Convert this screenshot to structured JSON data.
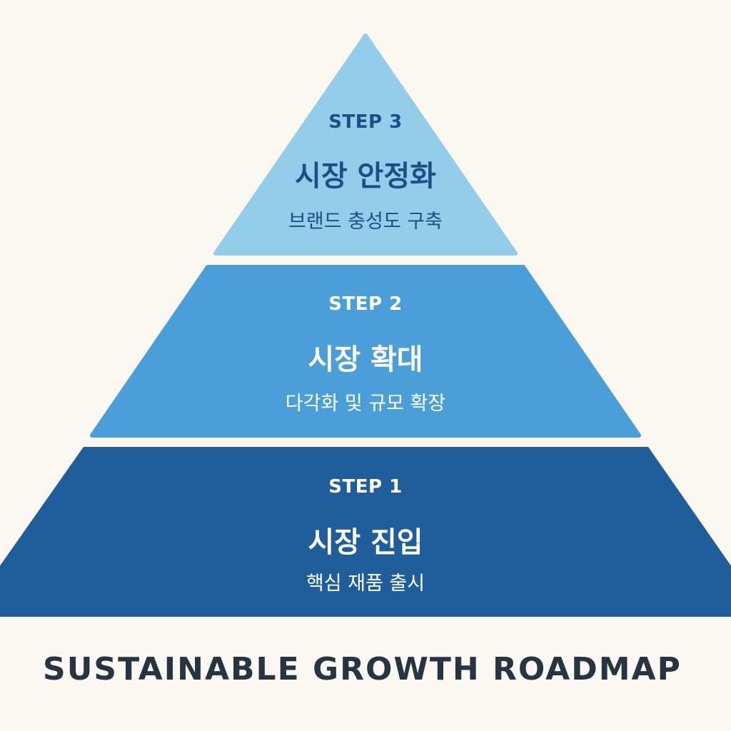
{
  "colors": {
    "background": "#fbf8f2",
    "tier_top": "#93cdea",
    "tier_middle": "#4a9fd8",
    "tier_bottom": "#1f5d9b",
    "text_dark": "#1d4f86",
    "text_light": "#ffffff",
    "title": "#263541"
  },
  "tiers": {
    "step3": {
      "step": "STEP 3",
      "title": "시장 안정화",
      "subtitle": "브랜드 충성도 구축"
    },
    "step2": {
      "step": "STEP 2",
      "title": "시장 확대",
      "subtitle": "다각화 및 규모 확장"
    },
    "step1": {
      "step": "STEP 1",
      "title": "시장 진입",
      "subtitle": "핵심 재품 출시"
    }
  },
  "footer": {
    "title": "SUSTAINABLE GROWTH ROADMAP"
  }
}
